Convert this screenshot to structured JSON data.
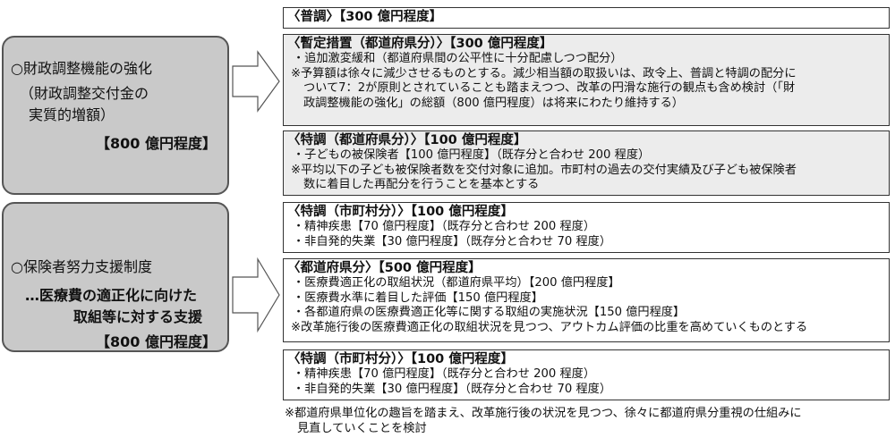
{
  "left": [
    {
      "title": "○財政調整機能の強化",
      "sub": [
        "（財政調整交付金の",
        "実質的増額）"
      ],
      "amount": "【800 億円程度】"
    },
    {
      "title": "○保険者努力支援制度",
      "sub": [
        "…医療費の適正化に向けた",
        "取組等に対する支援"
      ],
      "amount": "【800 億円程度】"
    }
  ],
  "boxes": [
    {
      "heading": "〈普調〉【300 億円程度】",
      "lines": []
    },
    {
      "heading": "〈暫定措置（都道府県分）〉【300 億円程度】",
      "lines": [
        "・追加激変緩和（都道府県間の公平性に十分配慮しつつ配分）"
      ],
      "note": [
        "※予算額は徐々に減少させるものとする。減少相当額の取扱いは、政令上、普調と特調の配分に",
        "ついて7：2が原則とされていることも踏まえつつ、改革の円滑な施行の観点も含め検討（「財",
        "政調整機能の強化」の総額（800 億円程度）は将来にわたり維持する）"
      ]
    },
    {
      "heading": "〈特調（都道府県分）〉【100 億円程度】",
      "lines": [
        "・子どもの被保険者【100 億円程度】（既存分と合わせ 200 程度）"
      ],
      "note": [
        "※平均以下の子ども被保険者数を交付対象に追加。市町村の過去の交付実績及び子ども被保険者",
        "数に着目した再配分を行うことを基本とする"
      ]
    },
    {
      "heading": "〈特調（市町村分）〉【100 億円程度】",
      "lines": [
        "・精神疾患【70 億円程度】（既存分と合わせ 200 程度）",
        "・非自発的失業【30 億円程度】（既存分と合わせ 70 程度）"
      ]
    },
    {
      "heading": "〈都道府県分〉【500 億円程度】",
      "lines": [
        "・医療費適正化の取組状況（都道府県平均）【200 億円程度】",
        "・医療費水準に着目した評価【150 億円程度】",
        "・各都道府県の医療費適正化等に関する取組の実施状況【150 億円程度】"
      ],
      "note": [
        "※改革施行後の医療費適正化の取組状況を見つつ、アウトカム評価の比重を高めていくものとする"
      ]
    },
    {
      "heading": "〈特調（市町村分）〉【100 億円程度】",
      "lines": [
        "・精神疾患【70 億円程度】（既存分と合わせ 200 程度）",
        "・非自発的失業【30 億円程度】（既存分と合わせ 70 程度）"
      ]
    }
  ],
  "footnote": [
    "※都道府県単位化の趣旨を踏まえ、改革施行後の状況を見つつ、徐々に都道府県分重視の仕組みに",
    "見直していくことを検討"
  ],
  "colors": {
    "left_box": "#c9c9c9",
    "gray_box": "#ececec"
  }
}
